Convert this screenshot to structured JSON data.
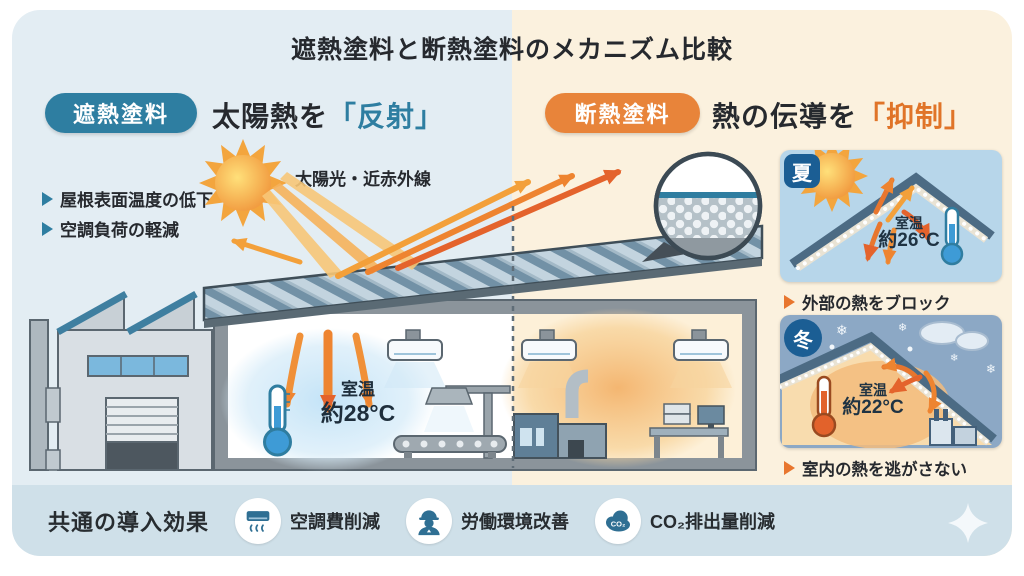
{
  "title": "遮熱塗料と断熱塗料のメカニズム比較",
  "left": {
    "badge": "遮熱塗料",
    "heading_prefix": "太陽熱を",
    "heading_highlight": "「反射」",
    "bullet_1": "屋根表面温度の低下",
    "bullet_2": "空調負荷の軽減",
    "sun_label": "太陽光・近赤外線",
    "temp_label": "室温",
    "temp_value": "約28°C"
  },
  "right": {
    "badge": "断熱塗料",
    "heading_prefix": "熱の伝導を",
    "heading_highlight": "「抑制」",
    "summer": {
      "badge": "夏",
      "temp_label": "室温",
      "temp_value": "約26°C",
      "caption": "外部の熱をブロック"
    },
    "winter": {
      "badge": "冬",
      "temp_label": "室温",
      "temp_value": "約22°C",
      "caption": "室内の熱を逃がさない"
    }
  },
  "footer": {
    "title": "共通の導入効果",
    "item_1": "空調費削減",
    "item_2": "労働環境改善",
    "item_3": "CO₂排出量削減",
    "co2_icon_text": "CO₂"
  },
  "colors": {
    "shield_teal": "#2e7ea1",
    "insulation_orange": "#e8843a",
    "badge_navy": "#1b5e94",
    "arrow_orange": "#ee8430",
    "thermo_blue": "#3e9bd6",
    "thermo_orange": "#e2622b"
  }
}
